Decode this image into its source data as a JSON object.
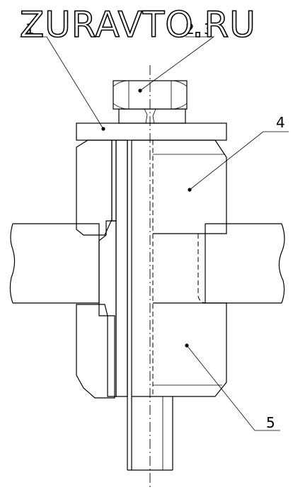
{
  "watermark": "ZURAVTO.RU",
  "callouts": {
    "c1": "1",
    "c2": "2",
    "c3": "3",
    "c4": "4",
    "c5": "5"
  }
}
